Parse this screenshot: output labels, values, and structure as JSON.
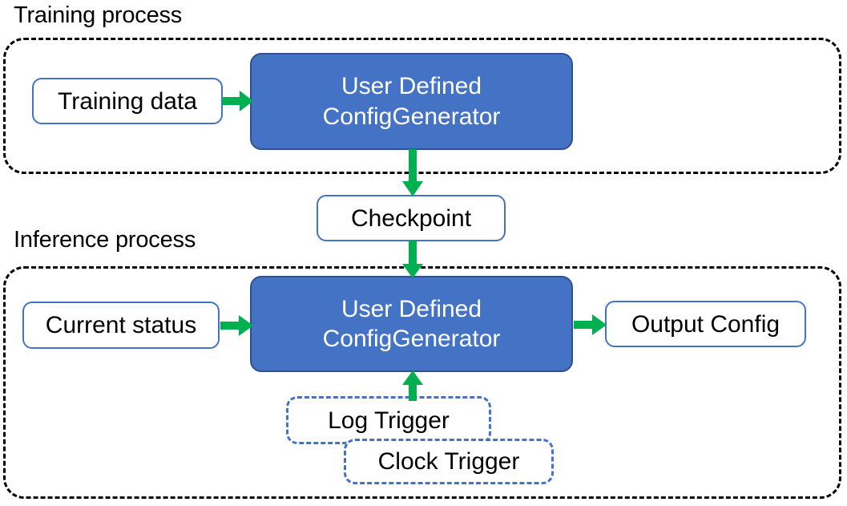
{
  "diagram": {
    "title_training": "Training process",
    "title_inference": "Inference process",
    "accent_blue": "#4472C4",
    "accent_blue_dark": "#2F528F",
    "accent_green": "#00B050",
    "container_border": "#000000",
    "background": "#FFFFFF"
  },
  "training": {
    "label": "Training process",
    "nodes": {
      "input": "Training data",
      "processor": "User Defined\nConfigGenerator",
      "processor_line1": "User Defined",
      "processor_line2": "ConfigGenerator"
    }
  },
  "shared": {
    "checkpoint": "Checkpoint"
  },
  "inference": {
    "label": "Inference process",
    "nodes": {
      "input": "Current status",
      "processor_line1": "User Defined",
      "processor_line2": "ConfigGenerator",
      "output": "Output Config",
      "trigger_log": "Log Trigger",
      "trigger_clock": "Clock Trigger"
    }
  },
  "arrows": [
    {
      "name": "training-data-to-generator",
      "direction": "right"
    },
    {
      "name": "generator-to-checkpoint",
      "direction": "down"
    },
    {
      "name": "checkpoint-to-generator",
      "direction": "down"
    },
    {
      "name": "current-status-to-generator",
      "direction": "right"
    },
    {
      "name": "generator-to-output-config",
      "direction": "right"
    },
    {
      "name": "triggers-to-generator",
      "direction": "up"
    }
  ]
}
